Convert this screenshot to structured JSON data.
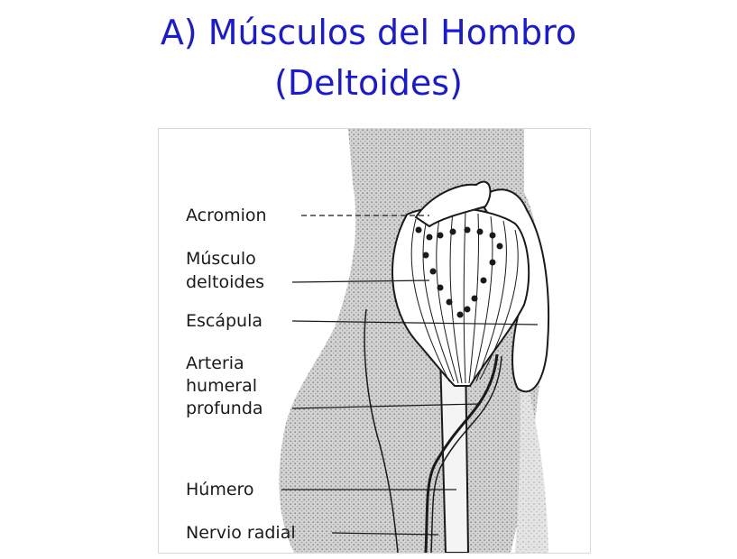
{
  "slide": {
    "title_line1": "A) Músculos del Hombro",
    "title_line2": "(Deltoides)"
  },
  "figure": {
    "labels": {
      "acromion": "Acromion",
      "deltoid_1": "Músculo",
      "deltoid_2": "deltoides",
      "scapula": "Escápula",
      "artery_1": "Arteria",
      "artery_2": "humeral",
      "artery_3": "profunda",
      "humerus": "Húmero",
      "radial_nerve": "Nervio radial"
    }
  },
  "colors": {
    "title": "#1a1ad6",
    "ink": "#1a1a1a",
    "shading": "#bdbdbd"
  }
}
